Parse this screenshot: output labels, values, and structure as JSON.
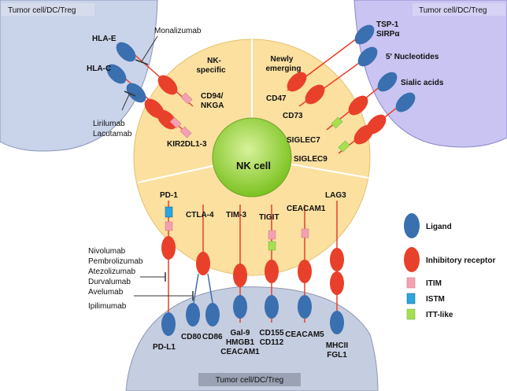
{
  "cells": {
    "left": "Tumor cell/DC/Treg",
    "right": "Tumor cell/DC/Treg",
    "bottom": "Tumor cell/DC/Treg",
    "center": "NK cell"
  },
  "sectors": {
    "nk_specific": [
      "NK-",
      "specific"
    ],
    "newly_emerging": [
      "Newly",
      "emerging"
    ]
  },
  "left_ligands": {
    "hla_e": "HLA-E",
    "hla_c": "HLA-C"
  },
  "left_drugs": {
    "monalizumab": "Monalizumab",
    "lirilumab": "Lirilumab",
    "lacutamab": "Lacutamab"
  },
  "left_receptors": {
    "cd94": [
      "CD94/",
      "NKGA"
    ],
    "kir": "KIR2DL1-3"
  },
  "right_ligands": {
    "tsp1": [
      "TSP-1",
      "SIRPα"
    ],
    "nucleotides": "5' Nucleotides",
    "sialic": "Sialic acids"
  },
  "right_receptors": {
    "cd47": "CD47",
    "cd73": "CD73",
    "siglec7": "SIGLEC7",
    "siglec9": "SIGLEC9"
  },
  "bottom_receptors": {
    "pd1": "PD-1",
    "ctla4": "CTLA-4",
    "tim3": "TIM-3",
    "tigit": "TIGIT",
    "ceacam1": "CEACAM1",
    "lag3": "LAG3"
  },
  "bottom_drugs": [
    "Nivolumab",
    "Pembrolizumab",
    "Atezolizumab",
    "Durvalumab",
    "Avelumab",
    "Ipilimumab"
  ],
  "bottom_ligands": {
    "pdl1": "PD-L1",
    "cd80": "CD80",
    "cd86": "CD86",
    "gal9": [
      "Gal-9",
      "HMGB1",
      "CEACAM1"
    ],
    "cd155": [
      "CD155",
      "CD112"
    ],
    "ceacam5": "CEACAM5",
    "mhc": [
      "MHCII",
      "FGL1"
    ]
  },
  "legend": {
    "ligand": "Ligand",
    "receptor": "Inhibitory receptor",
    "itim": "ITIM",
    "istm": "ISTM",
    "itt": "ITT-like"
  },
  "colors": {
    "ligand": "#3a6fb0",
    "receptor": "#e8402a",
    "itim": "#f4a0b4",
    "istm": "#2aa6e0",
    "itt": "#a6e04a",
    "nk_cell": "#fbe0a0",
    "nucleus": "#8ed12c",
    "left_cell": "#c9d3ea",
    "right_cell": "#c9c4f2",
    "bottom_cell": "#c5cde0"
  }
}
